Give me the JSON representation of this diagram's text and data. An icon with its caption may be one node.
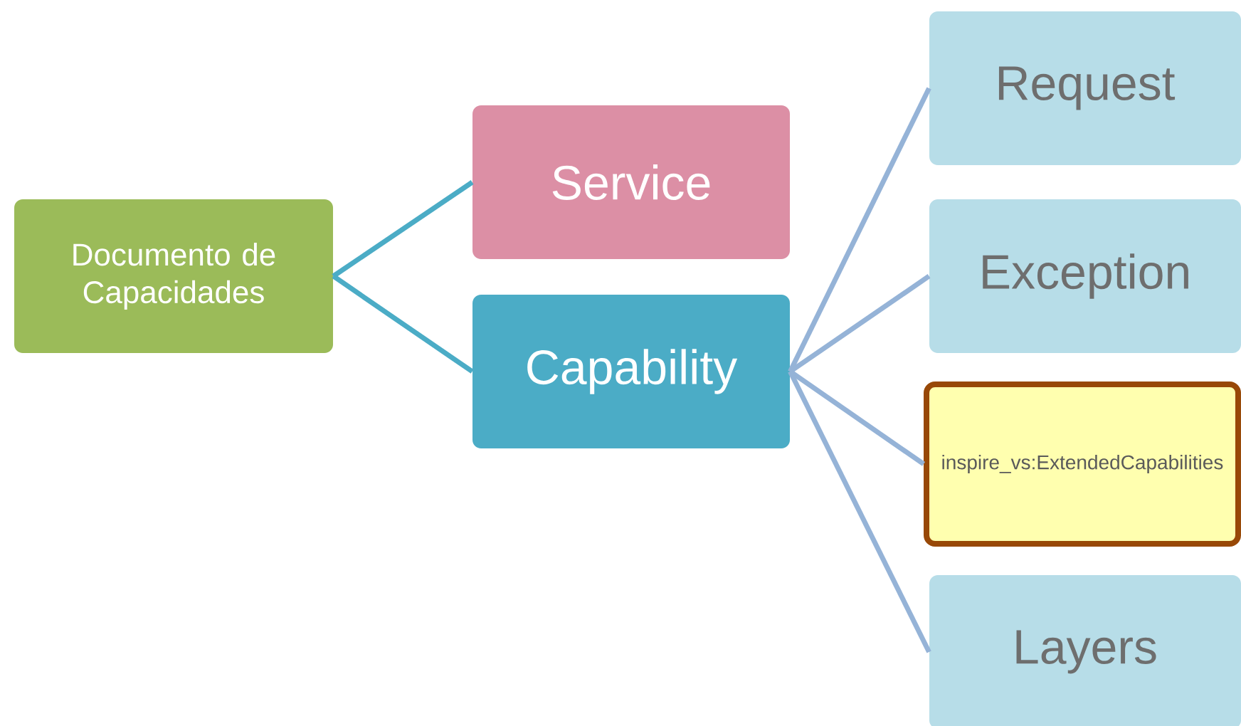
{
  "diagram": {
    "nodes": [
      {
        "text": [
          "Documento de Capacidades"
        ]
      },
      {
        "text": [
          "Service"
        ]
      },
      {
        "text": [
          "Capability"
        ]
      },
      {
        "text": [
          "Request"
        ]
      },
      {
        "text": [
          "Exception"
        ]
      },
      {
        "text": [
          "inspire_vs:ExtendedCapabilities"
        ]
      },
      {
        "text": [
          "Layers"
        ]
      }
    ],
    "edges": [
      {
        "from": 0,
        "to": 1,
        "arrow": "none",
        "color": "#4bacc6"
      },
      {
        "from": 0,
        "to": 2,
        "arrow": "none",
        "color": "#4bacc6"
      },
      {
        "from": 2,
        "to": 3,
        "arrow": "none"
      },
      {
        "from": 2,
        "to": 4,
        "arrow": "none"
      },
      {
        "from": 2,
        "to": 5,
        "arrow": "none"
      },
      {
        "from": 2,
        "to": 6,
        "arrow": "none"
      }
    ]
  }
}
